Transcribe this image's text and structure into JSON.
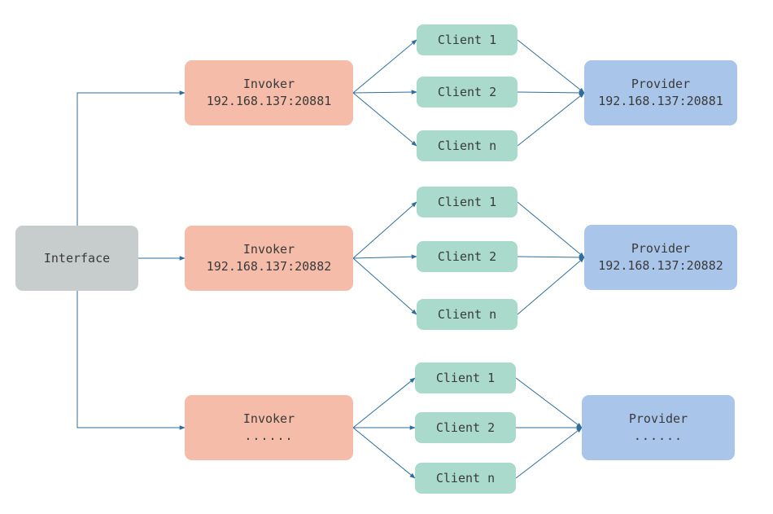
{
  "colors": {
    "interface_fill": "#c6cdcc",
    "invoker_fill": "#f4bca9",
    "client_fill": "#a9dacb",
    "provider_fill": "#a9c6ea",
    "edge": "#2f6e9c",
    "text": "#3a3a3a"
  },
  "interface": {
    "label": "Interface"
  },
  "groups": [
    {
      "invoker": {
        "title": "Invoker",
        "address": "192.168.137:20881"
      },
      "clients": [
        "Client 1",
        "Client 2",
        "Client n"
      ],
      "provider": {
        "title": "Provider",
        "address": "192.168.137:20881"
      }
    },
    {
      "invoker": {
        "title": "Invoker",
        "address": "192.168.137:20882"
      },
      "clients": [
        "Client 1",
        "Client 2",
        "Client n"
      ],
      "provider": {
        "title": "Provider",
        "address": "192.168.137:20882"
      }
    },
    {
      "invoker": {
        "title": "Invoker",
        "address": "......"
      },
      "clients": [
        "Client 1",
        "Client 2",
        "Client n"
      ],
      "provider": {
        "title": "Provider",
        "address": "......"
      }
    }
  ]
}
